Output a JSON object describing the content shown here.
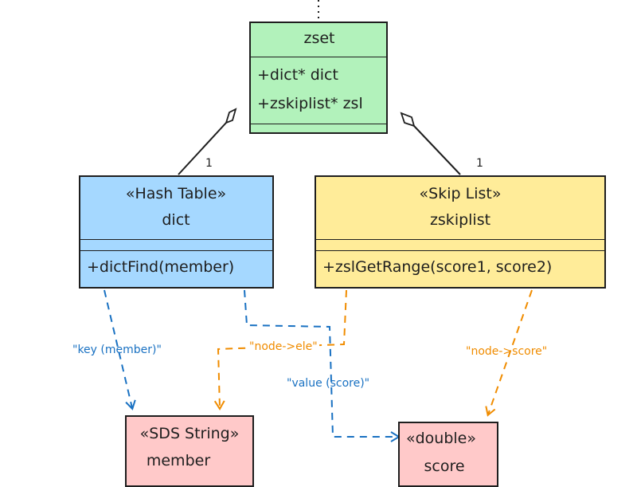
{
  "classes": {
    "zset": {
      "name": "zset",
      "fields": [
        "+dict* dict",
        "+zskiplist* zsl"
      ],
      "color": "#b2f2bb"
    },
    "hash_table": {
      "stereotype": "«Hash Table»",
      "name": "dict",
      "methods": [
        "+dictFind(member)"
      ],
      "color": "#a5d8ff"
    },
    "skip_list": {
      "stereotype": "«Skip List»",
      "name": "zskiplist",
      "methods": [
        "+zslGetRange(score1, score2)"
      ],
      "color": "#ffec99"
    },
    "sds_string": {
      "stereotype": "«SDS String»",
      "name": "member",
      "color": "#ffc9c9"
    },
    "double": {
      "stereotype": "«double»",
      "name": "score",
      "color": "#ffc9c9"
    }
  },
  "multiplicities": {
    "hash_table": "1",
    "skip_list": "1"
  },
  "relations": {
    "key_member": "\"key (member)\"",
    "node_ele": "\"node->ele\"",
    "value_score": "\"value (score)\"",
    "node_score": "\"node->score\""
  },
  "colors": {
    "stroke": "#1e1e1e",
    "blue_arrow": "#1971c2",
    "orange_arrow": "#f08c00"
  }
}
